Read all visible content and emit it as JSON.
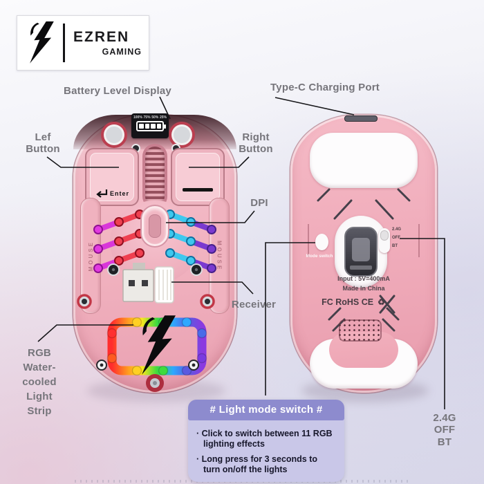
{
  "logo": {
    "brand": "EZREN",
    "division": "GAMING",
    "icon": "lightning-bolt"
  },
  "callouts": {
    "battery_display": "Battery Level Display",
    "typec_port": "Type-C Charging Port",
    "left_button": [
      "Lef",
      "Button"
    ],
    "right_button": [
      "Right",
      "Button"
    ],
    "dpi": "DPI",
    "receiver": "Receiver",
    "rgb_strip": [
      "RGB",
      "Water-",
      "cooled",
      "Light",
      "Strip"
    ],
    "connectivity": [
      "2.4G",
      "OFF",
      "BT"
    ]
  },
  "front_view": {
    "battery_scale": [
      "100%",
      "75%",
      "50%",
      "25%"
    ],
    "left_button_mark": "Enter",
    "side_engraving": "MOUSE"
  },
  "back_view": {
    "mode_switch_print": "Mode switch",
    "switch_print": [
      "2.4G",
      "OFF",
      "BT"
    ],
    "input_spec": "Input : 5V=400mA",
    "origin": "Made In China",
    "certifications": "FC RoHS CE",
    "cert_icons": {
      "recycle": "♻"
    }
  },
  "info_box": {
    "title": "# Light mode switch #",
    "bullets": [
      "Click to switch between 11 RGB lighting effects",
      "Long press for 3 seconds to turn on/off the lights"
    ]
  },
  "colors": {
    "mouse_pink": "#f1b3c0",
    "label_gray": "#76757b",
    "info_header_purple": "#8d8bce",
    "info_body_purple": "#c9c7e8",
    "callout_line": "#17171a"
  }
}
